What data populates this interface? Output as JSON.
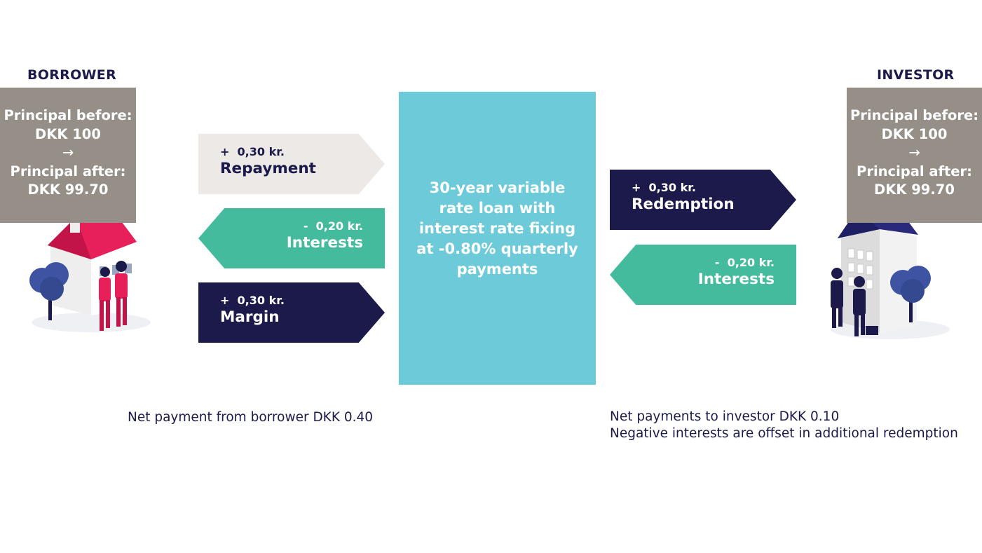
{
  "borrower": {
    "label": "BORROWER",
    "principal_before_label": "Principal before:",
    "principal_before_value": "DKK 100",
    "arrow_glyph": "→",
    "principal_after_label": "Principal after:",
    "principal_after_value": "DKK 99.70"
  },
  "investor": {
    "label": "INVESTOR",
    "principal_before_label": "Principal before:",
    "principal_before_value": "DKK 100",
    "arrow_glyph": "→",
    "principal_after_label": "Principal after:",
    "principal_after_value": "DKK 99.70"
  },
  "borrower_flows": [
    {
      "amount": "+  0,30 kr.",
      "label": "Repayment",
      "direction": "right",
      "color": "#ece9e6"
    },
    {
      "amount": "-  0,20 kr.",
      "label": "Interests",
      "direction": "left",
      "color": "#45bb9d"
    },
    {
      "amount": "+  0,30 kr.",
      "label": "Margin",
      "direction": "right",
      "color": "#1b1a4a"
    }
  ],
  "investor_flows": [
    {
      "amount": "+  0,30 kr.",
      "label": "Redemption",
      "direction": "right",
      "color": "#1b1a4a"
    },
    {
      "amount": "-  0,20 kr.",
      "label": "Interests",
      "direction": "left",
      "color": "#45bb9d"
    }
  ],
  "loan": {
    "lines": [
      "30-year variable",
      "rate loan with",
      "interest rate fixing",
      "at -0.80% quarterly",
      "payments"
    ],
    "color": "#6dcad9"
  },
  "notes": {
    "borrower_net": "Net payment from borrower DKK 0.40",
    "investor_net": "Net payments to investor DKK 0.10",
    "investor_offset": "Negative interests are offset in additional redemption"
  },
  "colors": {
    "principal_box": "#958f88",
    "navy": "#1b1a4a",
    "house_roof": "#e8205a",
    "building_roof": "#2a2a7a",
    "tree": "#3e54a3"
  },
  "icons": {
    "borrower_illustration": "house-with-family-icon",
    "investor_illustration": "office-building-with-investors-icon"
  }
}
